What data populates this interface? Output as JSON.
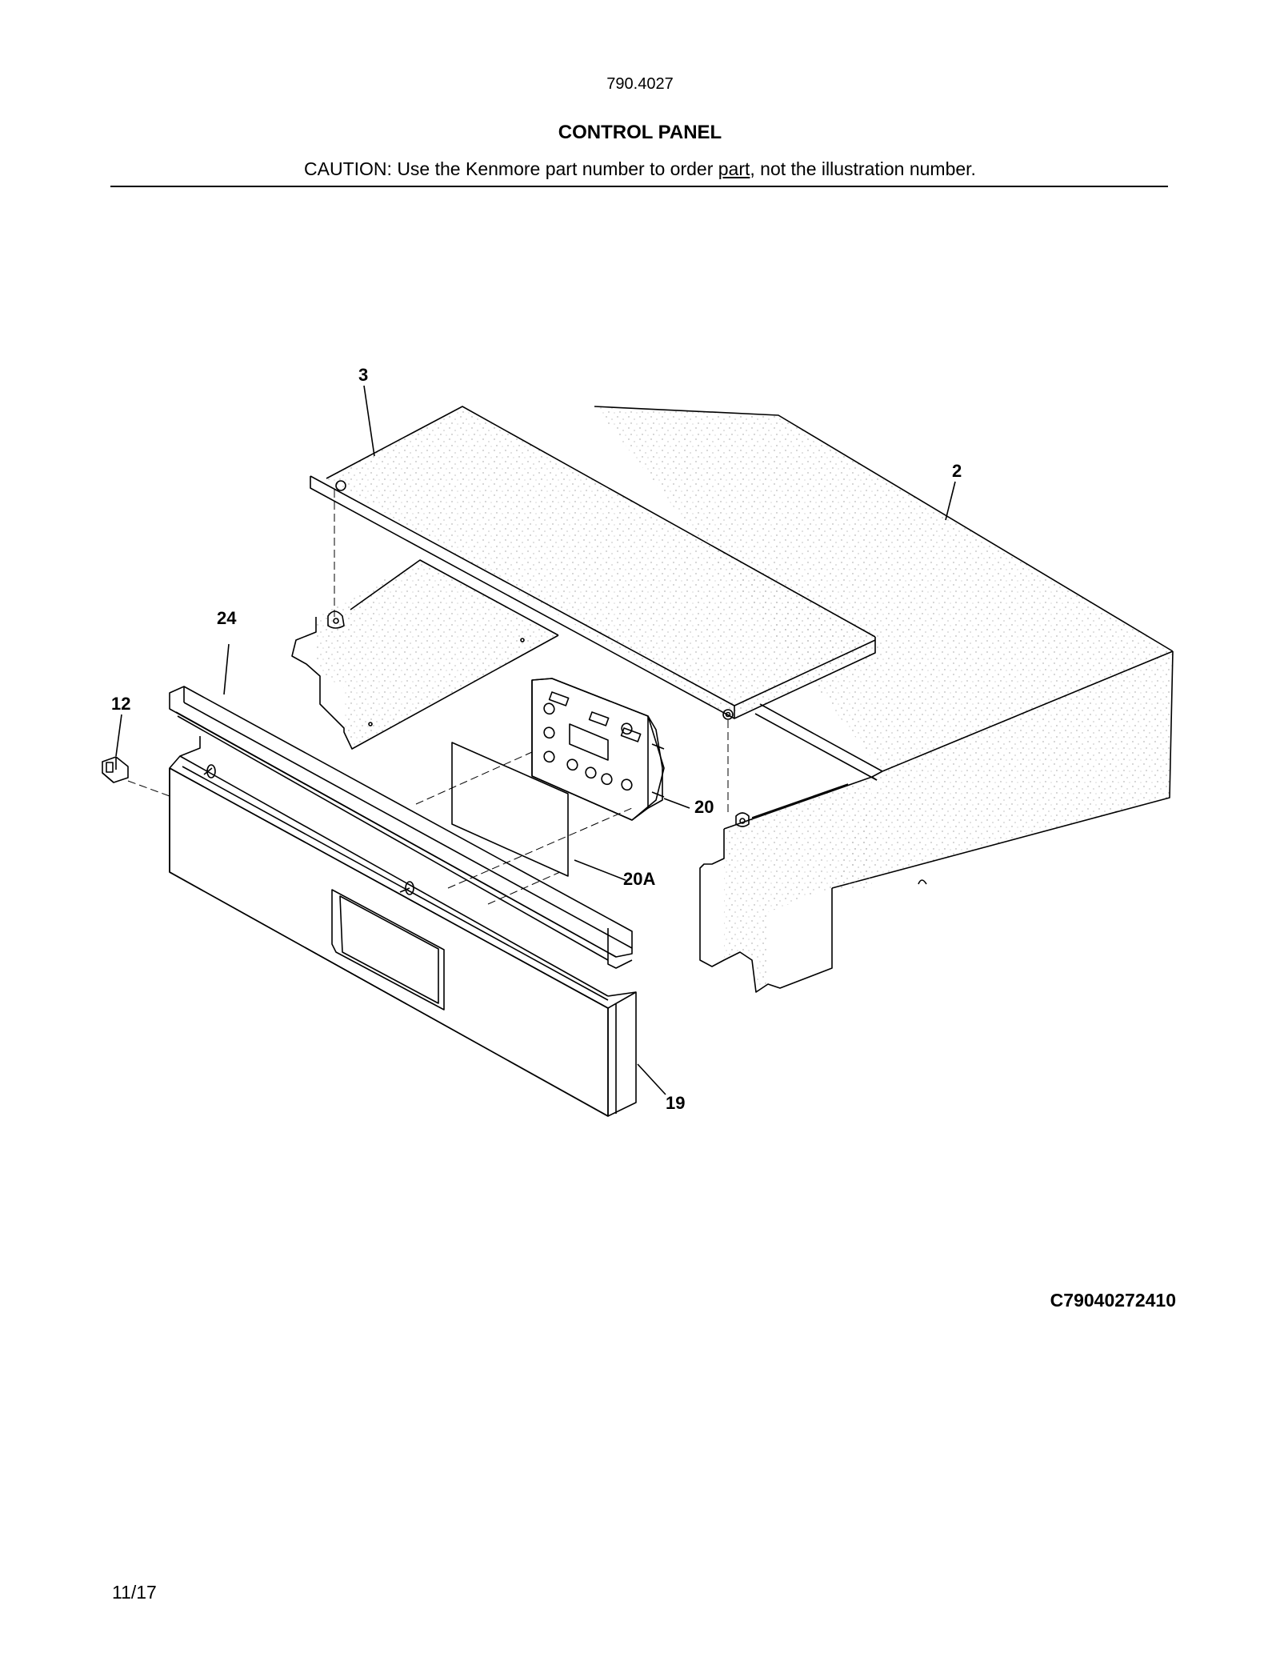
{
  "header": {
    "model_number": "790.4027",
    "title": "CONTROL PANEL",
    "caution_before": "CAUTION: Use the Kenmore part number to order ",
    "caution_underlined": "part",
    "caution_after": ", not the illustration number."
  },
  "callouts": {
    "part_2": "2",
    "part_3": "3",
    "part_12": "12",
    "part_19": "19",
    "part_20": "20",
    "part_20a": "20A",
    "part_24": "24"
  },
  "footer": {
    "diagram_code": "C79040272410",
    "page_number": "11/17"
  },
  "colors": {
    "line": "#000000",
    "stipple": "#9a9a9a",
    "background": "#ffffff"
  }
}
